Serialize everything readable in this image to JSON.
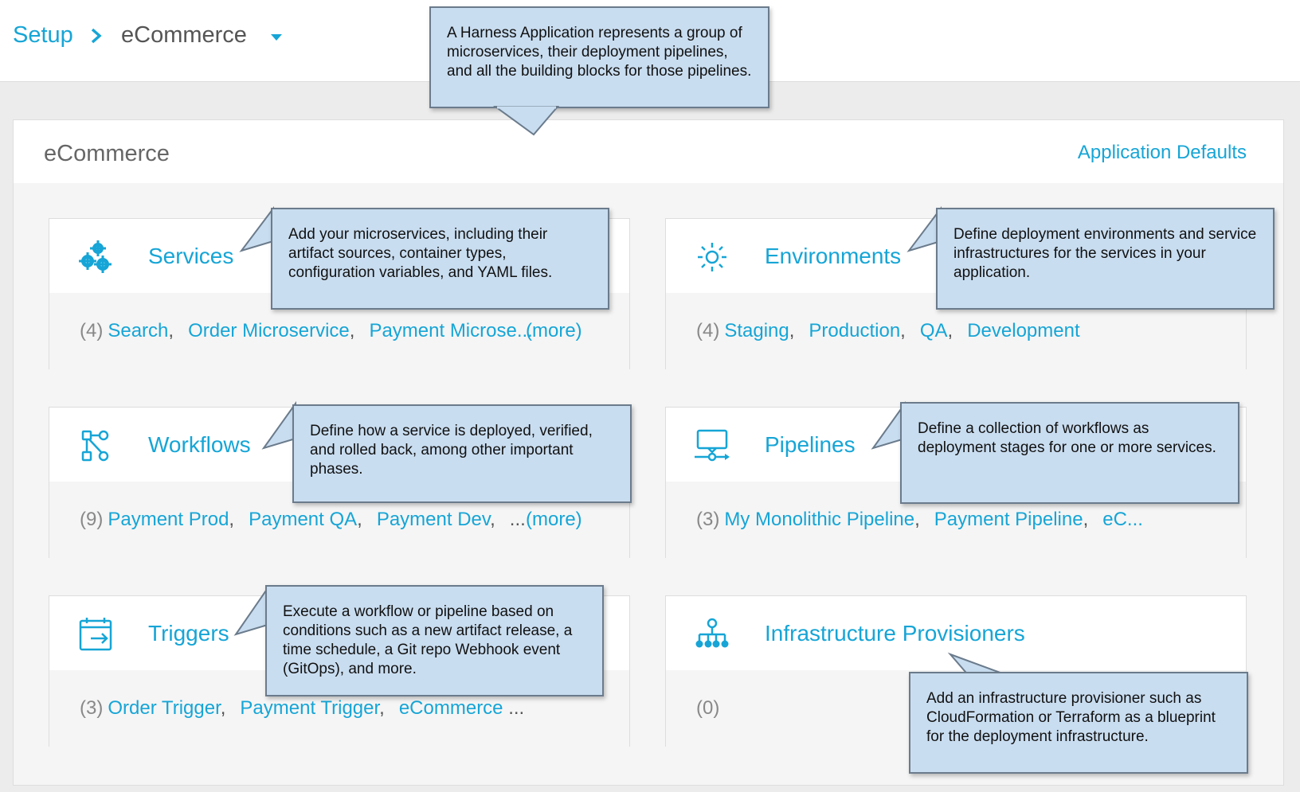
{
  "breadcrumb": {
    "setup": "Setup",
    "app": "eCommerce"
  },
  "panel": {
    "title": "eCommerce",
    "defaults_link": "Application Defaults"
  },
  "cards": {
    "services": {
      "title": "Services",
      "count": "(4)",
      "items": [
        "Search",
        "Order Microservice",
        "Payment Microse..."
      ],
      "more": "(more)"
    },
    "environments": {
      "title": "Environments",
      "count": "(4)",
      "items": [
        "Staging",
        "Production",
        "QA",
        "Development"
      ]
    },
    "workflows": {
      "title": "Workflows",
      "count": "(9)",
      "items": [
        "Payment Prod",
        "Payment QA",
        "Payment Dev"
      ],
      "trailing": "...",
      "more": "(more)"
    },
    "pipelines": {
      "title": "Pipelines",
      "count": "(3)",
      "items": [
        "My Monolithic Pipeline",
        "Payment Pipeline",
        "eC..."
      ]
    },
    "triggers": {
      "title": "Triggers",
      "count": "(3)",
      "items": [
        "Order Trigger",
        "Payment Trigger",
        "eCommerce"
      ],
      "trailing": "..."
    },
    "provisioners": {
      "title": "Infrastructure Provisioners",
      "count": "(0)"
    }
  },
  "callouts": {
    "application": "A Harness Application represents a group of microservices, their deployment pipelines, and all the building blocks for those pipelines.",
    "services": "Add your microservices, including their artifact sources, container types, configuration variables, and YAML files.",
    "environments": "Define deployment environments and service infrastructures for the services in your application.",
    "workflows": "Define how a service is deployed, verified, and rolled back, among other important phases.",
    "pipelines": "Define a collection of workflows as deployment stages for one or more services.",
    "triggers": "Execute a workflow or pipeline based on conditions such as a new artifact release, a time schedule, a Git repo Webhook event (GitOps), and more.",
    "provisioners": "Add an infrastructure provisioner such as CloudFormation or Terraform as a blueprint for the deployment infrastructure."
  },
  "icons": {
    "services": "gears-icon",
    "environments": "sun-icon",
    "workflows": "workflow-icon",
    "pipelines": "pipeline-icon",
    "triggers": "calendar-arrow-icon",
    "provisioners": "hierarchy-icon"
  },
  "colors": {
    "accent": "#16a5d6",
    "callout_bg": "#c9ddf0",
    "callout_border": "#6a7b8c"
  }
}
